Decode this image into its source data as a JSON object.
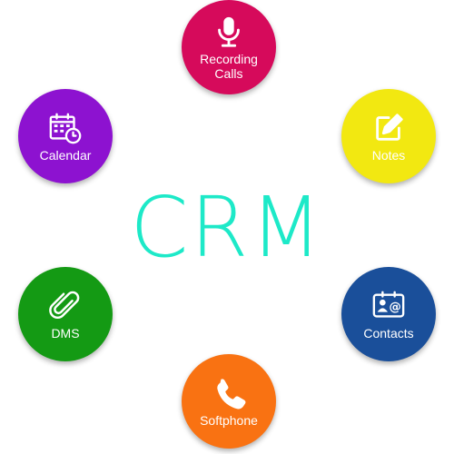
{
  "title": "CRM",
  "colors": {
    "title": "#1de9c8",
    "recording": "#d60a5b",
    "notes": "#f2e811",
    "contacts": "#1a4f9a",
    "softphone": "#f97212",
    "dms": "#149a14",
    "calendar": "#8d12d0"
  },
  "nodes": {
    "recording": {
      "label": "Recording\nCalls",
      "icon": "microphone-icon"
    },
    "notes": {
      "label": "Notes",
      "icon": "edit-note-icon"
    },
    "contacts": {
      "label": "Contacts",
      "icon": "contact-card-icon"
    },
    "softphone": {
      "label": "Softphone",
      "icon": "phone-icon"
    },
    "dms": {
      "label": "DMS",
      "icon": "paperclip-icon"
    },
    "calendar": {
      "label": "Calendar",
      "icon": "calendar-clock-icon"
    }
  }
}
